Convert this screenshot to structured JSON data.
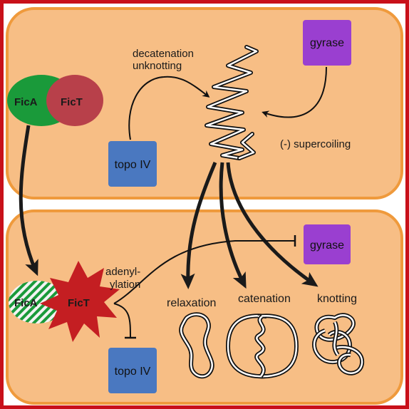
{
  "colors": {
    "frame": "#c8101a",
    "cell_fill": "#f7be85",
    "cell_stroke": "#ef9a3c",
    "fica": "#1a9a3a",
    "fict": "#b8404a",
    "fict_active": "#c41e22",
    "gyrase": "#9a3fd0",
    "topo": "#4a78c0"
  },
  "top_panel": {
    "fica_label": "FicA",
    "fict_label": "FicT",
    "decatenation_line1": "decatenation",
    "decatenation_line2": "unknotting",
    "gyrase_label": "gyrase",
    "topo_label": "topo IV",
    "supercoiling_label": "(-) supercoiling"
  },
  "bottom_panel": {
    "fica_label": "FicA",
    "fict_label": "FicT",
    "adenylylation_line1": "adenyl-",
    "adenylylation_line2": "ylation",
    "gyrase_label": "gyrase",
    "topo_label": "topo IV",
    "relaxation_label": "relaxation",
    "catenation_label": "catenation",
    "knotting_label": "knotting"
  }
}
